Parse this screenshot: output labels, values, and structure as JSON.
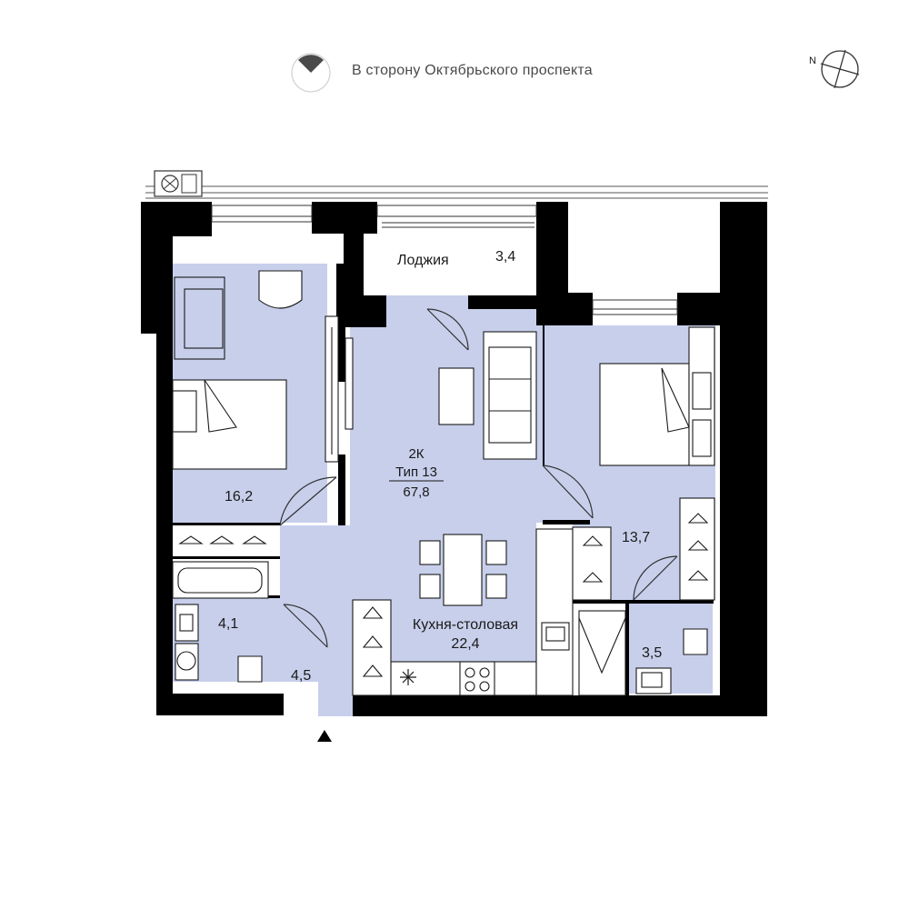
{
  "header": {
    "direction_text": "В сторону Октябрьского проспекта",
    "compass_letter": "N"
  },
  "apartment": {
    "rooms": "2К",
    "type": "Тип 13",
    "total_area": "67,8"
  },
  "rooms": {
    "loggia": {
      "name": "Лоджия",
      "area": "3,4"
    },
    "bedroom_left": {
      "area": "16,2"
    },
    "bedroom_right": {
      "area": "13,7"
    },
    "kitchen": {
      "name": "Кухня-столовая",
      "area": "22,4"
    },
    "bathroom": {
      "area": "4,1"
    },
    "hall": {
      "area": "4,5"
    },
    "wc": {
      "area": "3,5"
    }
  },
  "colors": {
    "room_fill": "#c7cfeb",
    "wall": "#000000",
    "furniture_stroke": "#1a1a1a"
  },
  "icons": [
    "compass-icon",
    "direction-icon",
    "entrance-arrow-icon",
    "air-conditioner-icon",
    "freezer-icon",
    "stove-icon",
    "sink-icon"
  ]
}
